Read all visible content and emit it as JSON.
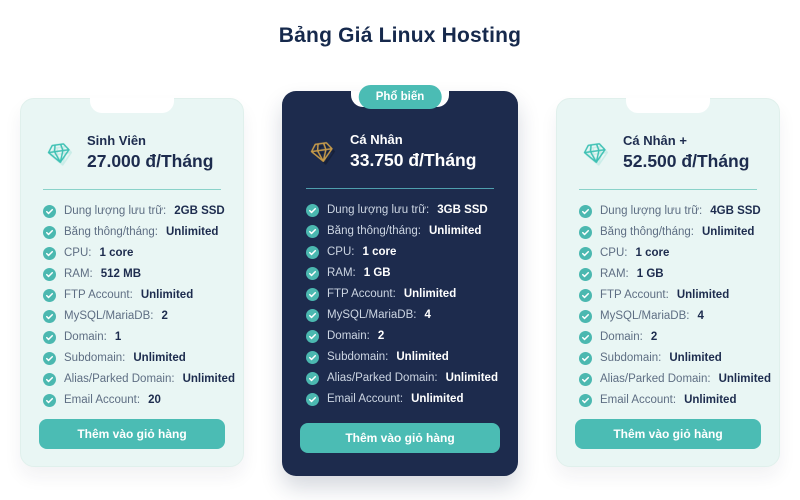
{
  "page": {
    "title": "Bảng Giá Linux Hosting"
  },
  "colors": {
    "accent_teal": "#4bbcb4",
    "navy": "#1d2b4d",
    "light_card_bg": "#e9f6f4",
    "gold_gem": "#c79b4a",
    "title_text": "#16294c"
  },
  "plans": [
    {
      "name": "Sinh Viên",
      "price": "27.000 đ/Tháng",
      "featured": false,
      "badge": "",
      "button_label": "Thêm vào giỏ hàng",
      "features": [
        {
          "label": "Dung lượng lưu trữ:",
          "value": "2GB SSD"
        },
        {
          "label": "Băng thông/tháng:",
          "value": "Unlimited"
        },
        {
          "label": "CPU:",
          "value": "1 core"
        },
        {
          "label": "RAM:",
          "value": "512 MB"
        },
        {
          "label": "FTP Account:",
          "value": "Unlimited"
        },
        {
          "label": "MySQL/MariaDB:",
          "value": "2"
        },
        {
          "label": "Domain:",
          "value": "1"
        },
        {
          "label": "Subdomain:",
          "value": "Unlimited"
        },
        {
          "label": "Alias/Parked Domain:",
          "value": "Unlimited"
        },
        {
          "label": "Email Account:",
          "value": "20"
        }
      ]
    },
    {
      "name": "Cá Nhân",
      "price": "33.750 đ/Tháng",
      "featured": true,
      "badge": "Phổ biến",
      "button_label": "Thêm vào giỏ hàng",
      "features": [
        {
          "label": "Dung lượng lưu trữ:",
          "value": "3GB SSD"
        },
        {
          "label": "Băng thông/tháng:",
          "value": "Unlimited"
        },
        {
          "label": "CPU:",
          "value": "1 core"
        },
        {
          "label": "RAM:",
          "value": "1 GB"
        },
        {
          "label": "FTP Account:",
          "value": "Unlimited"
        },
        {
          "label": "MySQL/MariaDB:",
          "value": "4"
        },
        {
          "label": "Domain:",
          "value": "2"
        },
        {
          "label": "Subdomain:",
          "value": "Unlimited"
        },
        {
          "label": "Alias/Parked Domain:",
          "value": "Unlimited"
        },
        {
          "label": "Email Account:",
          "value": "Unlimited"
        }
      ]
    },
    {
      "name": "Cá Nhân +",
      "price": "52.500 đ/Tháng",
      "featured": false,
      "badge": "",
      "button_label": "Thêm vào giỏ hàng",
      "features": [
        {
          "label": "Dung lượng lưu trữ:",
          "value": "4GB SSD"
        },
        {
          "label": "Băng thông/tháng:",
          "value": "Unlimited"
        },
        {
          "label": "CPU:",
          "value": "1 core"
        },
        {
          "label": "RAM:",
          "value": "1 GB"
        },
        {
          "label": "FTP Account:",
          "value": "Unlimited"
        },
        {
          "label": "MySQL/MariaDB:",
          "value": "4"
        },
        {
          "label": "Domain:",
          "value": "2"
        },
        {
          "label": "Subdomain:",
          "value": "Unlimited"
        },
        {
          "label": "Alias/Parked Domain:",
          "value": "Unlimited"
        },
        {
          "label": "Email Account:",
          "value": "Unlimited"
        }
      ]
    }
  ]
}
